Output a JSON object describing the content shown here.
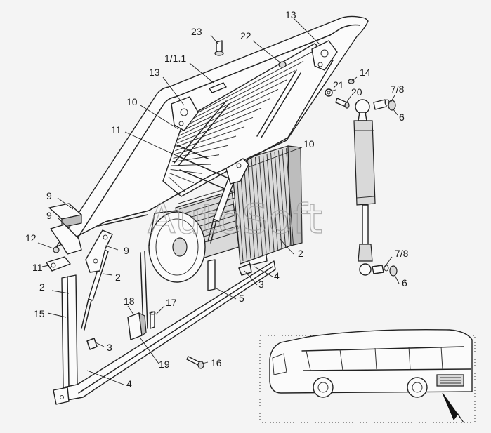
{
  "watermark": "AutoSoft",
  "callouts": [
    {
      "id": "c23a",
      "text": "23"
    },
    {
      "id": "c22",
      "text": "22"
    },
    {
      "id": "c13a",
      "text": "13"
    },
    {
      "id": "c1",
      "text": "1/1.1"
    },
    {
      "id": "c13b",
      "text": "13"
    },
    {
      "id": "c14",
      "text": "14"
    },
    {
      "id": "c21",
      "text": "21"
    },
    {
      "id": "c20",
      "text": "20"
    },
    {
      "id": "c78a",
      "text": "7/8"
    },
    {
      "id": "c6a",
      "text": "6"
    },
    {
      "id": "c10a",
      "text": "10"
    },
    {
      "id": "c11a",
      "text": "11"
    },
    {
      "id": "c10b",
      "text": "10"
    },
    {
      "id": "c9a",
      "text": "9"
    },
    {
      "id": "c9b",
      "text": "9"
    },
    {
      "id": "c12",
      "text": "12"
    },
    {
      "id": "c11b",
      "text": "11"
    },
    {
      "id": "c9c",
      "text": "9"
    },
    {
      "id": "c2a",
      "text": "2"
    },
    {
      "id": "c2b",
      "text": "2"
    },
    {
      "id": "c2c",
      "text": "2"
    },
    {
      "id": "c78b",
      "text": "7/8"
    },
    {
      "id": "c4a",
      "text": "4"
    },
    {
      "id": "c3a",
      "text": "3"
    },
    {
      "id": "c6b",
      "text": "6"
    },
    {
      "id": "c5",
      "text": "5"
    },
    {
      "id": "c15",
      "text": "15"
    },
    {
      "id": "c18",
      "text": "18"
    },
    {
      "id": "c17",
      "text": "17"
    },
    {
      "id": "c3b",
      "text": "3"
    },
    {
      "id": "c19",
      "text": "19"
    },
    {
      "id": "c16",
      "text": "16"
    },
    {
      "id": "c4b",
      "text": "4"
    }
  ]
}
